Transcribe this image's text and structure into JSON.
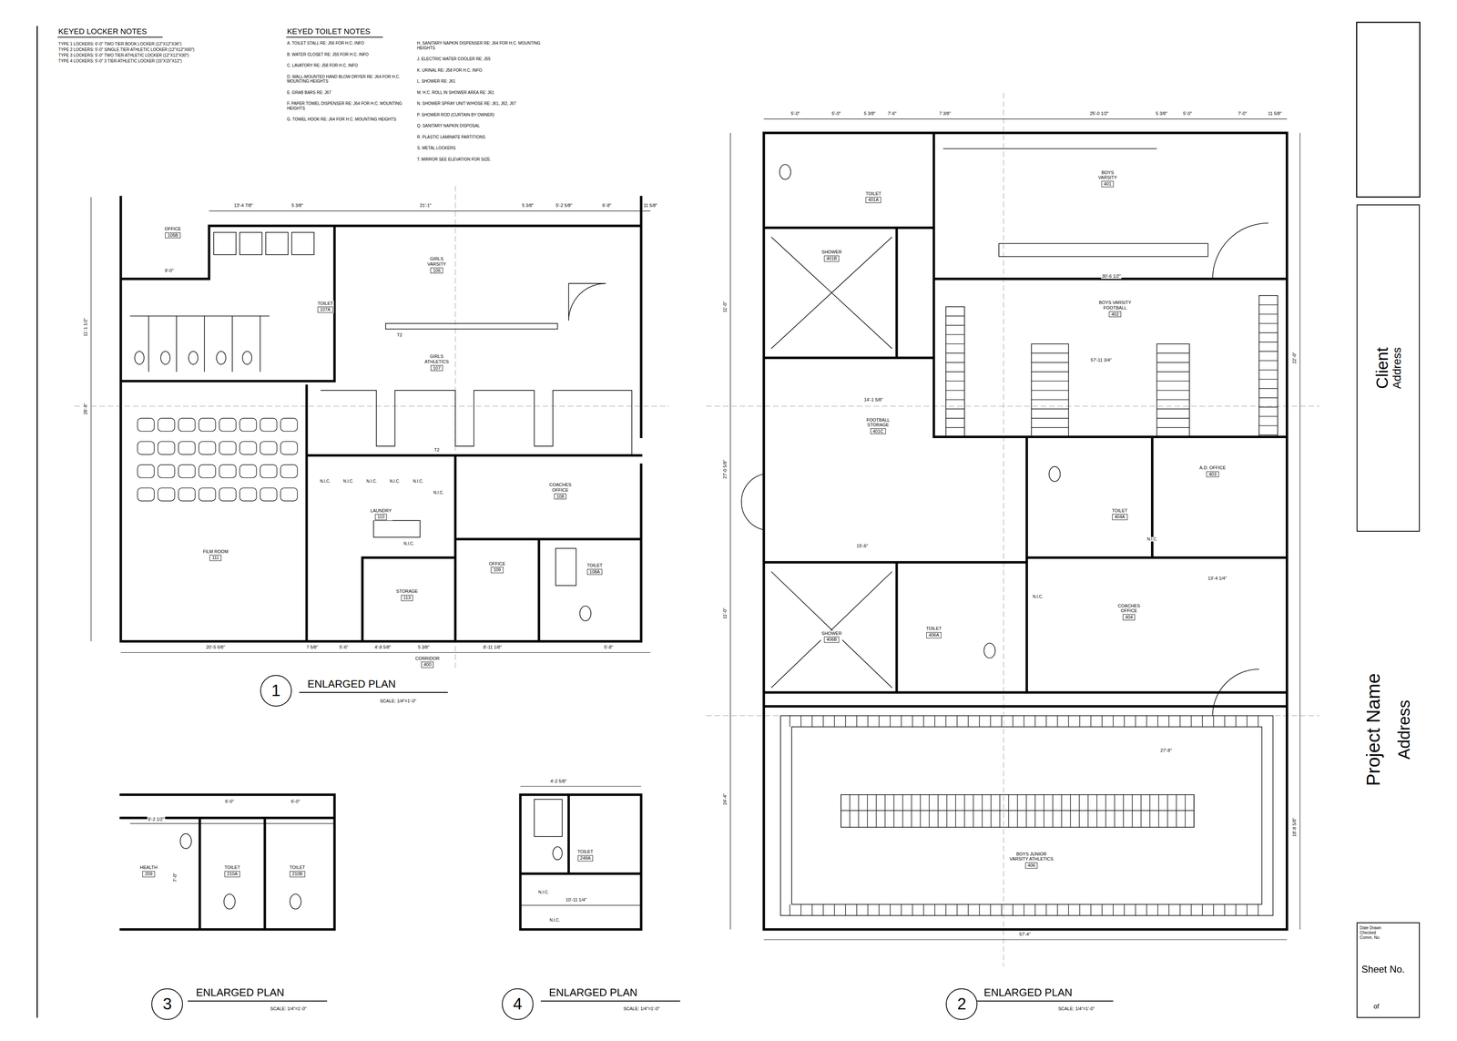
{
  "diagram": {
    "nodes": [
      {
        "text": [
          "OFFICE",
          "105B"
        ]
      },
      {
        "text": [
          "GIRLS VARSITY",
          "106"
        ]
      },
      {
        "text": [
          "TOILET",
          "107A"
        ]
      },
      {
        "text": [
          "GIRLS ATHLETICS",
          "107"
        ]
      },
      {
        "text": [
          "FILM ROOM",
          "111"
        ]
      },
      {
        "text": [
          "LAUNDRY",
          "110"
        ]
      },
      {
        "text": [
          "COACHES OFFICE",
          "108"
        ]
      },
      {
        "text": [
          "OFFICE",
          "109"
        ]
      },
      {
        "text": [
          "STORAGE",
          "113"
        ]
      },
      {
        "text": [
          "TOILET",
          "108A"
        ]
      },
      {
        "text": [
          "CORRIDOR",
          "400"
        ]
      },
      {
        "text": [
          "TOILET",
          "401A"
        ]
      },
      {
        "text": [
          "BOYS VARSITY",
          "401"
        ]
      },
      {
        "text": [
          "SHOWER",
          "401B"
        ]
      },
      {
        "text": [
          "BOYS VARSITY FOOTBALL",
          "402"
        ]
      },
      {
        "text": [
          "FOOTBALL STORAGE",
          "401C"
        ]
      },
      {
        "text": [
          "A.D. OFFICE",
          "403"
        ]
      },
      {
        "text": [
          "TOILET",
          "404A"
        ]
      },
      {
        "text": [
          "SHOWER",
          "406B"
        ]
      },
      {
        "text": [
          "TOILET",
          "406A"
        ]
      },
      {
        "text": [
          "COACHES OFFICE",
          "404"
        ]
      },
      {
        "text": [
          "BOYS JUNIOR VARSITY ATHLETICS",
          "406"
        ]
      },
      {
        "text": [
          "HEALTH",
          "209"
        ]
      },
      {
        "text": [
          "TOILET",
          "210A"
        ]
      },
      {
        "text": [
          "TOILET",
          "210B"
        ]
      },
      {
        "text": [
          "TOILET",
          "249A"
        ]
      },
      {
        "text": [
          "Client",
          "Address"
        ]
      },
      {
        "text": [
          "Date Drawn Checked Comm. No.",
          "Sheet No.",
          "of"
        ]
      },
      {
        "text": [
          "1"
        ]
      },
      {
        "text": [
          "3"
        ]
      },
      {
        "text": [
          "4"
        ]
      },
      {
        "text": [
          "2"
        ]
      }
    ],
    "labels": [
      "KEYED LOCKER NOTES",
      "TYPE 1 LOCKERS: 6'-0\" TWO TIER BOOK LOCKER (12\"X12\"X36\")",
      "TYPE 2 LOCKERS: 5'-0\" SINGLE TIER ATHLETIC LOCKER (12\"X12\"X60\")",
      "TYPE 3 LOCKERS: 5'-0\" TWO TIER ATHLETIC LOCKER (12\"X12\"X30\")",
      "TYPE 4 LOCKERS: 5'-0\" 3 TIER ATHLETIC LOCKER (15\"X15\"X12\")",
      "KEYED TOILET NOTES",
      "A. TOILET STALL RE: J56 FOR H.C. INFO",
      "B. WATER CLOSET RE: J55 FOR H.C. INFO",
      "C. LAVATORY RE: J58 FOR H.C. INFO",
      "D. WALL-MOUNTED HAND BLOW DRYER RE: J64 FOR H.C. MOUNTING HEIGHTS",
      "E. GRAB BARS RE: J67",
      "F. PAPER TOWEL DISPENSER RE: J64 FOR H.C. MOUNTING HEIGHTS",
      "G. TOWEL HOOK RE: J64 FOR H.C. MOUNTING HEIGHTS",
      "H. SANITARY NAPKIN DISPENSER RE: J64 FOR H.C. MOUNTING HEIGHTS",
      "J. ELECTRIC WATER COOLER RE: J55",
      "K. URINAL RE: J58 FOR H.C. INFO.",
      "L. SHOWER RE: J61",
      "M. H.C. ROLL IN SHOWER AREA RE: J61",
      "N. SHOWER SPRAY UNIT W/HOSE RE: J61, J62, J67",
      "P. SHOWER ROD (CURTAIN BY OWNER)",
      "Q. SANITARY NAPKIN DISPOSAL",
      "R. PLASTIC LAMINATE PARTITIONS",
      "S. METAL LOCKERS",
      "T. MIRROR SEE ELEVATION FOR SIZE.",
      "ENLARGED PLAN",
      "SCALE: 1/4\"=1'-0\"",
      "ENLARGED PLAN",
      "SCALE: 1/4\"=1'-0\"",
      "ENLARGED PLAN",
      "SCALE: 1/4\"=1'-0\"",
      "ENLARGED PLAN",
      "SCALE: 1/4\"=1'-0\"",
      "Project Name",
      "Address",
      "13'-4 7/8\"",
      "5 3/8\"",
      "21'-1\"",
      "5 3/8\"",
      "5'-2 5/8\"",
      "6'-8\"",
      "11 5/8\"",
      "20'-5 5/8\"",
      "7 5/8\"",
      "5'-6\"",
      "4'-8 5/8\"",
      "5 3/8\"",
      "8'-11 1/8\"",
      "5'-8\"",
      "28'-8\"",
      "11'-1 1/2\"",
      "9'-0\"",
      "T2",
      "T2",
      "N.I.C.",
      "N.I.C.",
      "N.I.C.",
      "N.I.C.",
      "N.I.C.",
      "N.I.C.",
      "N.I.C.",
      "5'-0\"",
      "5'-0\"",
      "5 3/8\"",
      "7'-6\"",
      "7 3/8\"",
      "25'-0 1/2\"",
      "5 3/8\"",
      "5'-0\"",
      "7'-0\"",
      "11 5/8\"",
      "30'-6 1/2\"",
      "57'-11 3/4\"",
      "14'-1 5/8\"",
      "15'-6\"",
      "13'-4 1/4\"",
      "27'-8\"",
      "57'-4\"",
      "27'-0 5/8\"",
      "24'-4\"",
      "11'-0\"",
      "11'-0\"",
      "22'-0\"",
      "18'-8 5/8\"",
      "N.I.C.",
      "N.I.C.",
      "9'-2 1/2\"",
      "6'-0\"",
      "6'-0\"",
      "7'-0\"",
      "4'-2 5/8\"",
      "10'-11 1/4\"",
      "N.I.C.",
      "N.I.C."
    ]
  }
}
